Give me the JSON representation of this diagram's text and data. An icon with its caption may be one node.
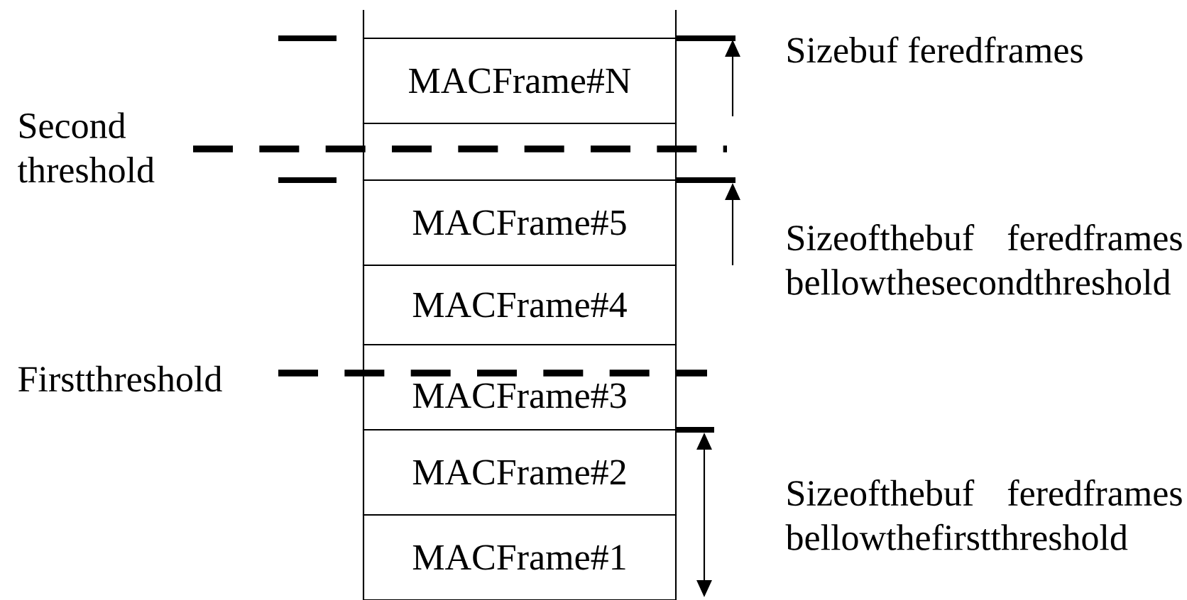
{
  "diagram": {
    "nodes": [
      {
        "text": [
          "MACFrame#N"
        ]
      },
      {
        "text": [],
        "shape": "box"
      },
      {
        "text": [
          "MACFrame#5"
        ]
      },
      {
        "text": [
          "MACFrame#4"
        ]
      },
      {
        "text": [
          "MACFrame#3"
        ]
      },
      {
        "text": [
          "MACFrame#2"
        ]
      },
      {
        "text": [
          "MACFrame#1"
        ]
      }
    ],
    "labels": [
      "Sizebuf feredframes",
      "Second threshold",
      "Sizeofthebuf feredframes bellowthesecondthreshold",
      "Firstthreshold",
      "Sizeofthebuf feredframes bellowthefirstthreshold"
    ]
  }
}
